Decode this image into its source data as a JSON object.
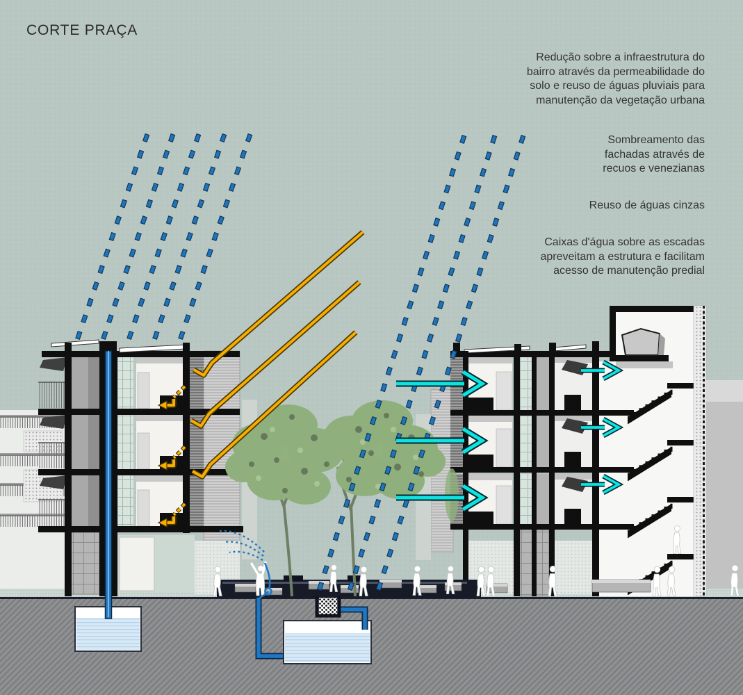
{
  "title": "CORTE PRAÇA",
  "annotations": [
    {
      "id": "permeability",
      "lines": [
        "Redução sobre a infraestrutura do",
        "bairro através da permeabilidade do",
        "solo e reuso de águas pluviais para",
        "manutenção da vegetação urbana"
      ]
    },
    {
      "id": "shading",
      "lines": [
        "Sombreamento das",
        "fachadas através de",
        "recuos e venezianas"
      ]
    },
    {
      "id": "greywater",
      "lines": [
        "Reuso de águas cinzas"
      ]
    },
    {
      "id": "watertank",
      "lines": [
        "Caixas d'água sobre as escadas",
        "apreveitam a estrutura e facilitam",
        "acesso de manutenção predial"
      ]
    }
  ],
  "colors": {
    "background": "#b9c7c2",
    "ink": "#2b2b2b",
    "rain_blue": "#1d76bd",
    "sun_yellow": "#f8ad00",
    "vent_cyan": "#0ce4e4",
    "pipe_blue": "#2178c2",
    "foliage_green": "#8fb07c",
    "water_blue": "#d7e9f7",
    "ground_gray": "#8f9092",
    "structure_black": "#0f0f0f"
  }
}
